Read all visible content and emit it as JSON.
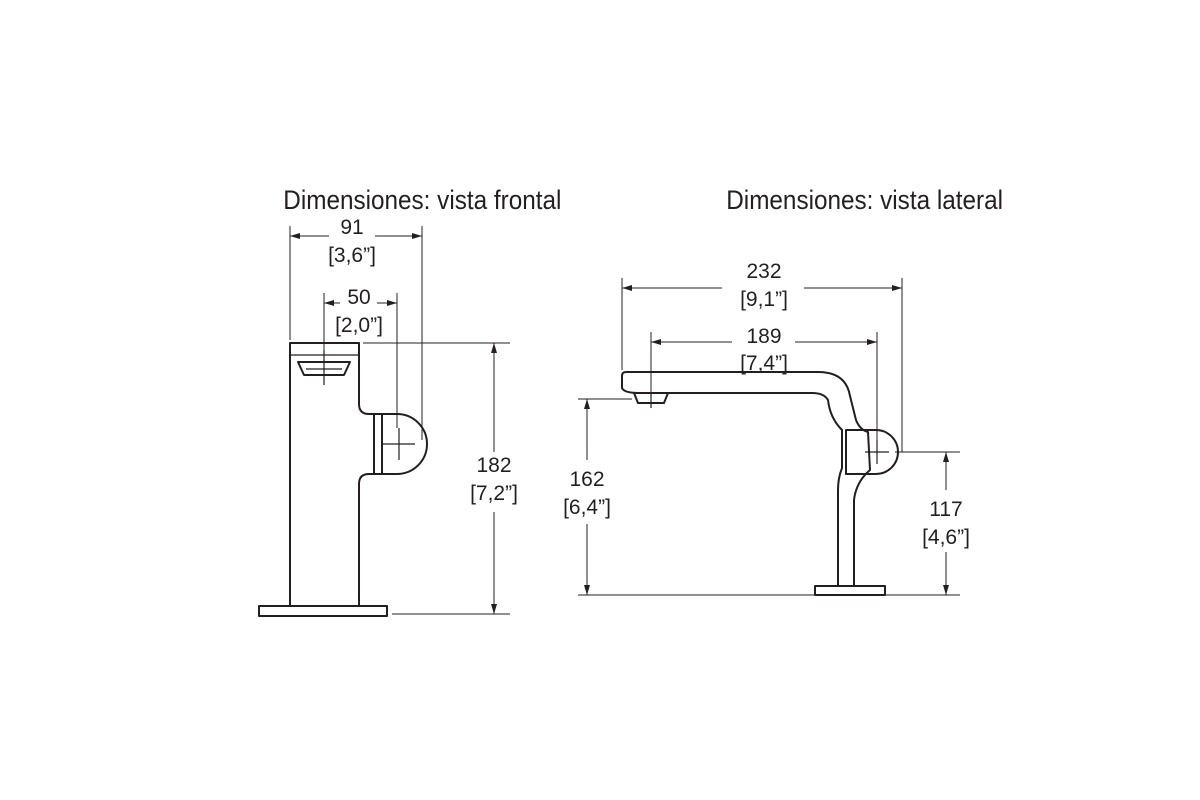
{
  "titles": {
    "front": "Dimensiones: vista frontal",
    "side": "Dimensiones: vista lateral"
  },
  "front": {
    "width_total": {
      "mm": "91",
      "in": "[3,6”]"
    },
    "width_outlet": {
      "mm": "50",
      "in": "[2,0”]"
    },
    "height_total": {
      "mm": "182",
      "in": "[7,2”]"
    }
  },
  "side": {
    "length_total": {
      "mm": "232",
      "in": "[9,1”]"
    },
    "length_spout": {
      "mm": "189",
      "in": "[7,4”]"
    },
    "height_spout": {
      "mm": "162",
      "in": "[6,4”]"
    },
    "height_handle": {
      "mm": "117",
      "in": "[4,6”]"
    }
  },
  "colors": {
    "line": "#231f20",
    "background": "#ffffff"
  }
}
